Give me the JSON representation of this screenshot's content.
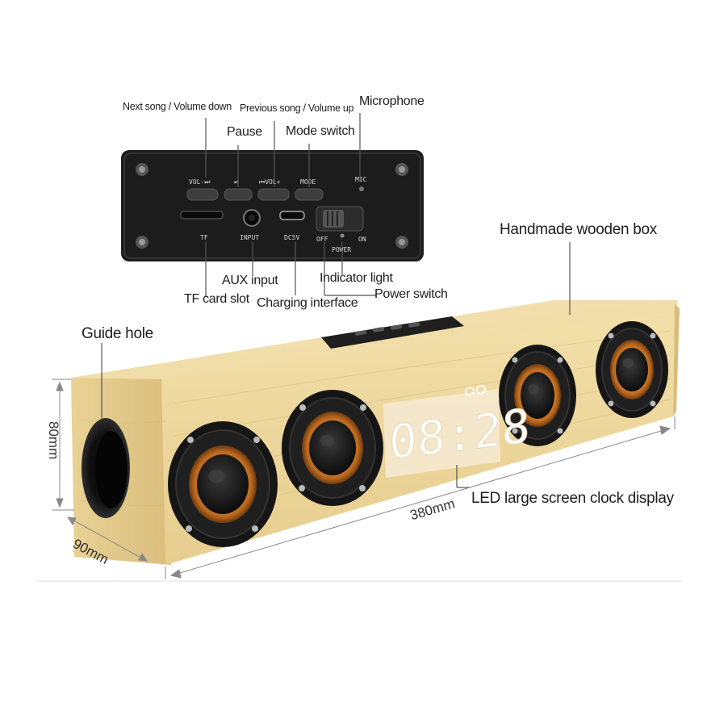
{
  "panel": {
    "keys": {
      "vol_minus": "VOL-⏭",
      "play_pause": "⏯",
      "vol_plus": "⏮VOL+",
      "mode": "MODE",
      "mic": "MIC"
    },
    "ports": {
      "tf": "TF",
      "input": "INPUT",
      "dc": "DC5V",
      "off": "OFF",
      "on": "ON",
      "power": "POWER"
    }
  },
  "callouts": {
    "next_song": "Next song / Volume down",
    "previous_song": "Previous song / Volume up",
    "microphone": "Microphone",
    "pause": "Pause",
    "mode_switch": "Mode switch",
    "aux_input": "AUX input",
    "indicator_light": "Indicator light",
    "tf_card_slot": "TF card slot",
    "charging_interface": "Charging interface",
    "power_switch": "Power switch",
    "handmade_box": "Handmade wooden box",
    "guide_hole": "Guide hole",
    "led_display": "LED large screen clock display"
  },
  "clock": {
    "time": "08:28"
  },
  "dimensions": {
    "height": "80mm",
    "depth": "90mm",
    "length": "380mm"
  },
  "colors": {
    "wood": "#efd9a0",
    "panel": "#1c1c1c",
    "speaker_ring": "#c8782e"
  }
}
